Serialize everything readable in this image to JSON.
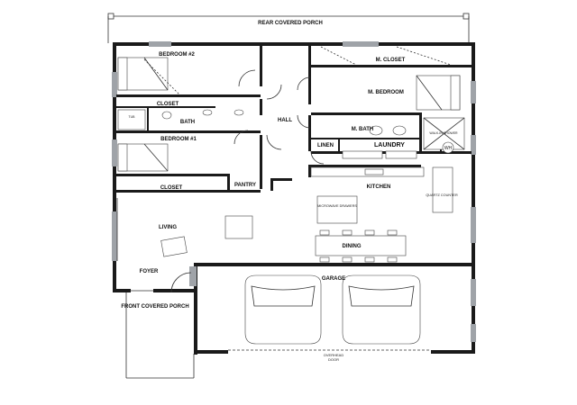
{
  "plan": {
    "rooms": {
      "rear_porch": "REAR COVERED PORCH",
      "bedroom2": "BEDROOM #2",
      "closet_b2": "CLOSET",
      "bath": "BATH",
      "hall": "HALL",
      "bedroom1": "BEDROOM #1",
      "closet_b1": "CLOSET",
      "pantry": "PANTRY",
      "m_closet": "M. CLOSET",
      "m_bedroom": "M. BEDROOM",
      "m_bath": "M. BATH",
      "linen": "LINEN",
      "laundry": "LAUNDRY",
      "kitchen": "KITCHEN",
      "living": "LIVING",
      "dining": "DINING",
      "foyer": "FOYER",
      "front_porch": "FRONT COVERED PORCH",
      "garage": "GARAGE"
    },
    "notes": {
      "microwave": "MICROWAVE DRAWERS",
      "quartz": "QUARTZ COUNTER",
      "overhead_line1": "OVERHEAD",
      "overhead_line2": "DOOR",
      "wh": "WH",
      "walk_in_shower": "WALK-IN SHOWER",
      "tub": "TUB"
    },
    "colors": {
      "walls": "#1a1a1a",
      "windows": "#9fa3a8",
      "lines": "#333333"
    }
  }
}
